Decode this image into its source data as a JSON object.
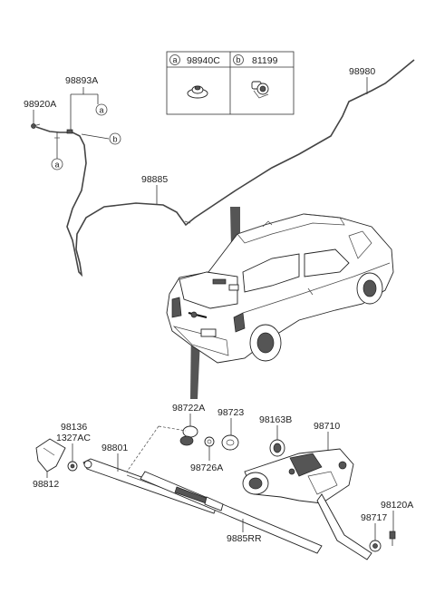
{
  "legend": {
    "cells": [
      {
        "marker": "a",
        "part_no": "98940C"
      },
      {
        "marker": "b",
        "part_no": "81199"
      }
    ]
  },
  "callouts": {
    "c98980": "98980",
    "c98893A": "98893A",
    "c98920A": "98920A",
    "c98885": "98885",
    "c98722A": "98722A",
    "c98723": "98723",
    "c98163B": "98163B",
    "c98710": "98710",
    "c98136": "98136",
    "c1327AC": "1327AC",
    "c98801": "98801",
    "c98726A": "98726A",
    "c98812": "98812",
    "c98120A": "98120A",
    "c98717": "98717",
    "c9885RR": "9885RR"
  },
  "markers": {
    "a1": "a",
    "a2": "a",
    "b1": "b"
  }
}
